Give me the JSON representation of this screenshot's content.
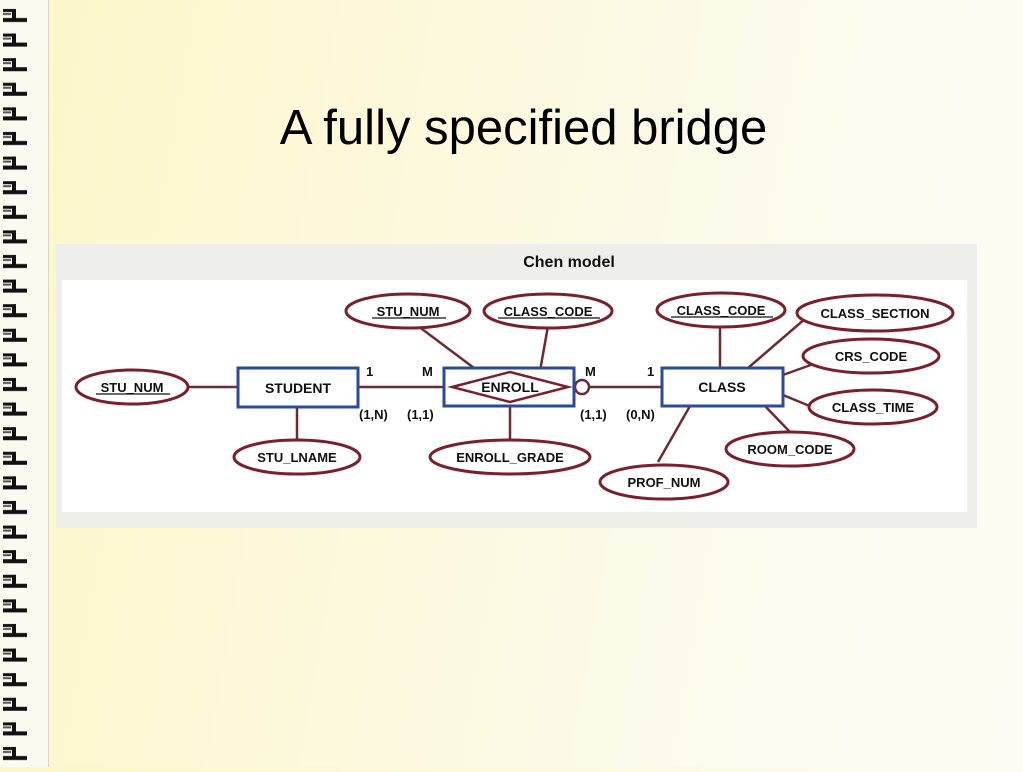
{
  "slide": {
    "title": "A fully specified bridge"
  },
  "figure": {
    "caption": "Chen model"
  },
  "entities": {
    "student": "STUDENT",
    "class": "CLASS"
  },
  "relationship": {
    "enroll": "ENROLL"
  },
  "attributes": {
    "stu_num_left": "STU_NUM",
    "stu_lname": "STU_LNAME",
    "enroll_stu_num": "STU_NUM",
    "enroll_class_code": "CLASS_CODE",
    "enroll_grade": "ENROLL_GRADE",
    "class_class_code": "CLASS_CODE",
    "class_section": "CLASS_SECTION",
    "crs_code": "CRS_CODE",
    "class_time": "CLASS_TIME",
    "room_code": "ROOM_CODE",
    "prof_num": "PROF_NUM"
  },
  "cardinalities": {
    "student_side": "1",
    "enroll_left": "M",
    "enroll_right": "M",
    "class_side": "1",
    "student_pair": "(1,N)",
    "enroll_left_pair": "(1,1)",
    "enroll_right_pair": "(1,1)",
    "class_pair": "(0,N)"
  },
  "colors": {
    "attribute_stroke": "#7a1f2b",
    "entity_stroke": "#2b4a9a",
    "connector": "#6e2a33"
  }
}
